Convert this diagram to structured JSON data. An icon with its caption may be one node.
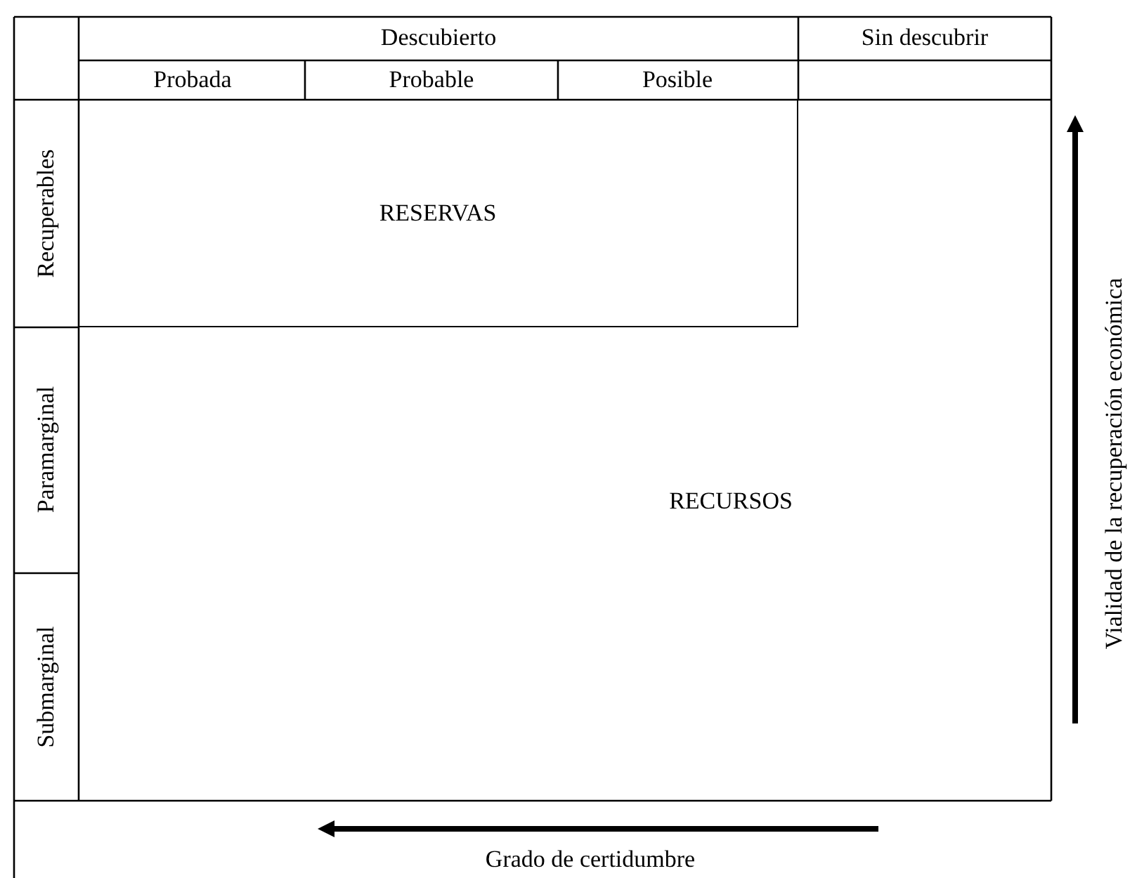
{
  "diagram": {
    "nodes": [
      {
        "text": [
          "RECURSOS"
        ]
      },
      {
        "text": [
          "RESERVAS"
        ],
        "in": 0
      }
    ],
    "edges": [],
    "labels": [
      "Descubierto",
      "Sin descubrir",
      "Probada",
      "Probable",
      "Posible",
      "Recuperables",
      "Paramarginal",
      "Submarginal",
      "Vialidad de la recuperación económica",
      "Grado de certidumbre"
    ]
  }
}
